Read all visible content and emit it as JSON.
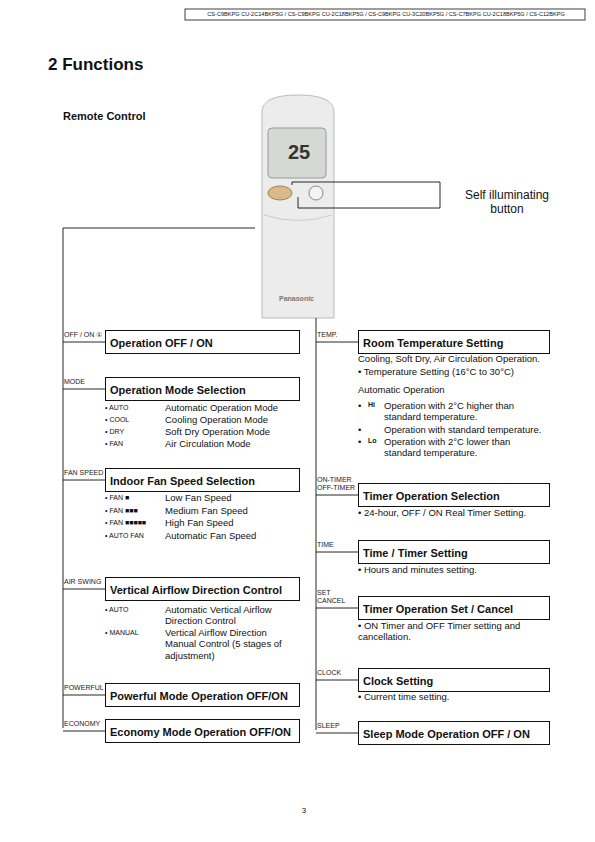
{
  "diagram": {
    "title": "2 Functions",
    "nodes": [
      {
        "text": [
          "OFF / ON ①",
          "Operation OFF / ON"
        ]
      },
      {
        "text": [
          "MODE",
          "Operation Mode Selection"
        ]
      },
      {
        "text": [
          "FAN SPEED",
          "Indoor Fan Speed Selection"
        ]
      },
      {
        "text": [
          "AIR SWING",
          "Vertical Airflow Direction Control"
        ]
      },
      {
        "text": [
          "POWERFUL",
          "Powerful Mode Operation OFF/ON"
        ]
      },
      {
        "text": [
          "ECONOMY",
          "Economy Mode Operation OFF/ON"
        ]
      },
      {
        "text": [
          "TEMP.",
          "Room Temperature Setting"
        ]
      },
      {
        "text": [
          "ON-TIMER OFF-TIMER",
          "Timer Operation Selection"
        ]
      },
      {
        "text": [
          "TIME",
          "Time / Timer Setting"
        ]
      },
      {
        "text": [
          "SET CANCEL",
          "Timer Operation Set / Cancel"
        ]
      },
      {
        "text": [
          "CLOCK",
          "Clock Setting"
        ]
      },
      {
        "text": [
          "SLEEP",
          "Sleep Mode Operation OFF / ON"
        ]
      }
    ],
    "labels": [
      "CS-C9BKPG CU-2C14BKP5G / CS-C9BKPG CU-2C18BKP5G / CS-C9BKPG CU-3C20BKP5G / CS-C7BKPG CU-2C18BKP5G / CS-C12BKPG",
      "Remote Control",
      "Panasonic",
      "Self illuminating button",
      "• AUTO",
      "Automatic Operation Mode",
      "• COOL",
      "Cooling Operation Mode",
      "• DRY",
      "Soft Dry Operation Mode",
      "• FAN",
      "Air Circulation Mode",
      "• FAN ■",
      "Low Fan Speed",
      "• FAN ■■■",
      "Medium Fan Speed",
      "• FAN ■■■■■",
      "High Fan Speed",
      "• AUTO FAN",
      "Automatic Fan Speed",
      "• AUTO",
      "Automatic Vertical Airflow Direction Control",
      "• MANUAL",
      "Vertical Airflow Direction Manual Control (5 stages of adjustment)",
      "Cooling, Soft Dry, Air Circulation Operation.",
      "• Temperature Setting (16°C to 30°C)",
      "Automatic Operation",
      "•",
      "Hi",
      "Operation with 2°C higher than standard temperature.",
      "•",
      "Operation with standard temperature.",
      "•",
      "Lo",
      "Operation with 2°C lower than standard temperature.",
      "• 24-hour, OFF / ON Real Timer Setting.",
      "• Hours and minutes setting.",
      "• ON Timer and OFF Timer setting and cancellation.",
      "• Current time setting.",
      "3",
      "25"
    ]
  }
}
